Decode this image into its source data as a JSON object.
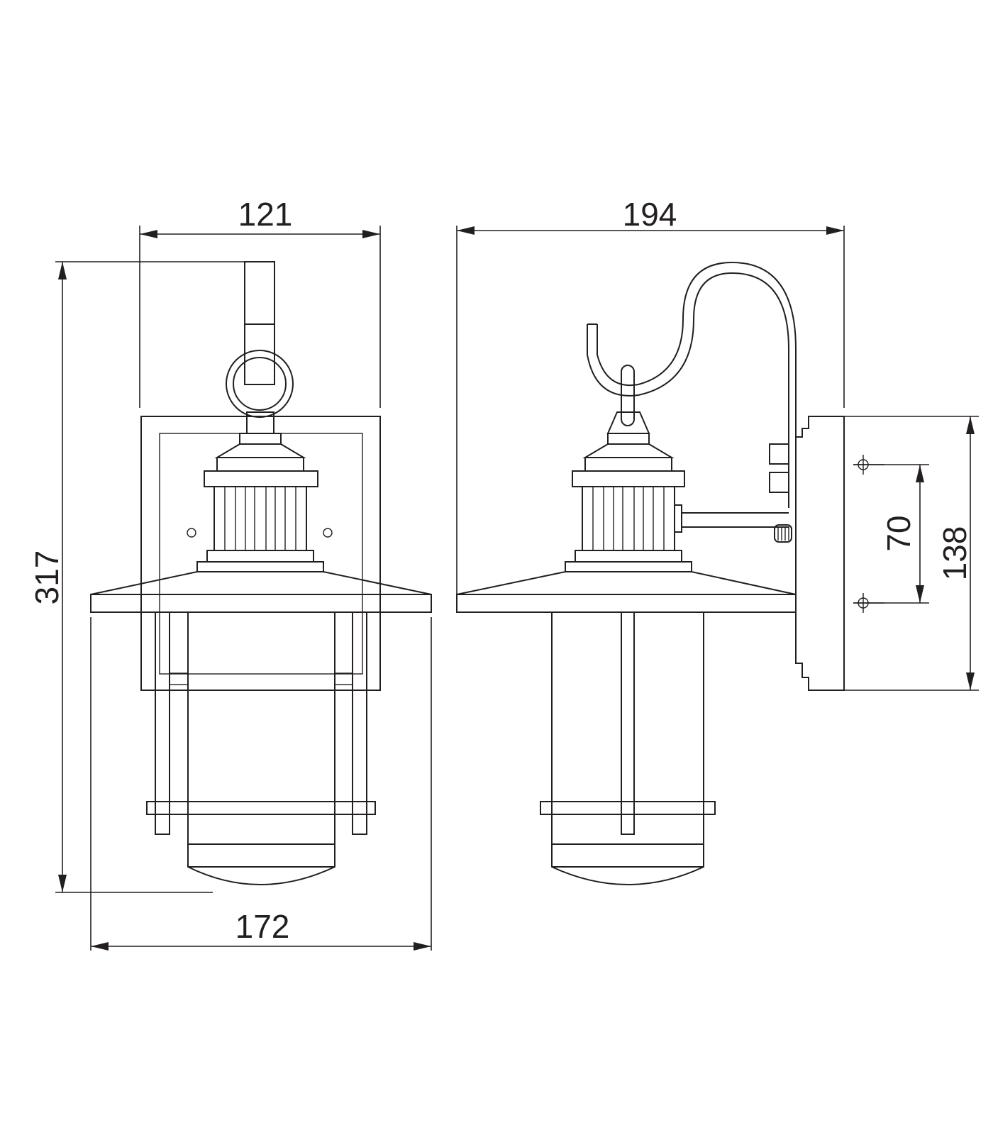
{
  "diagram": {
    "line_color": "#231f20",
    "background": "#ffffff",
    "dimensions": {
      "front_width_top": "121",
      "side_depth_top": "194",
      "overall_height": "317",
      "front_width_bottom": "172",
      "mount_hole_spacing": "70",
      "backplate_height": "138"
    }
  }
}
